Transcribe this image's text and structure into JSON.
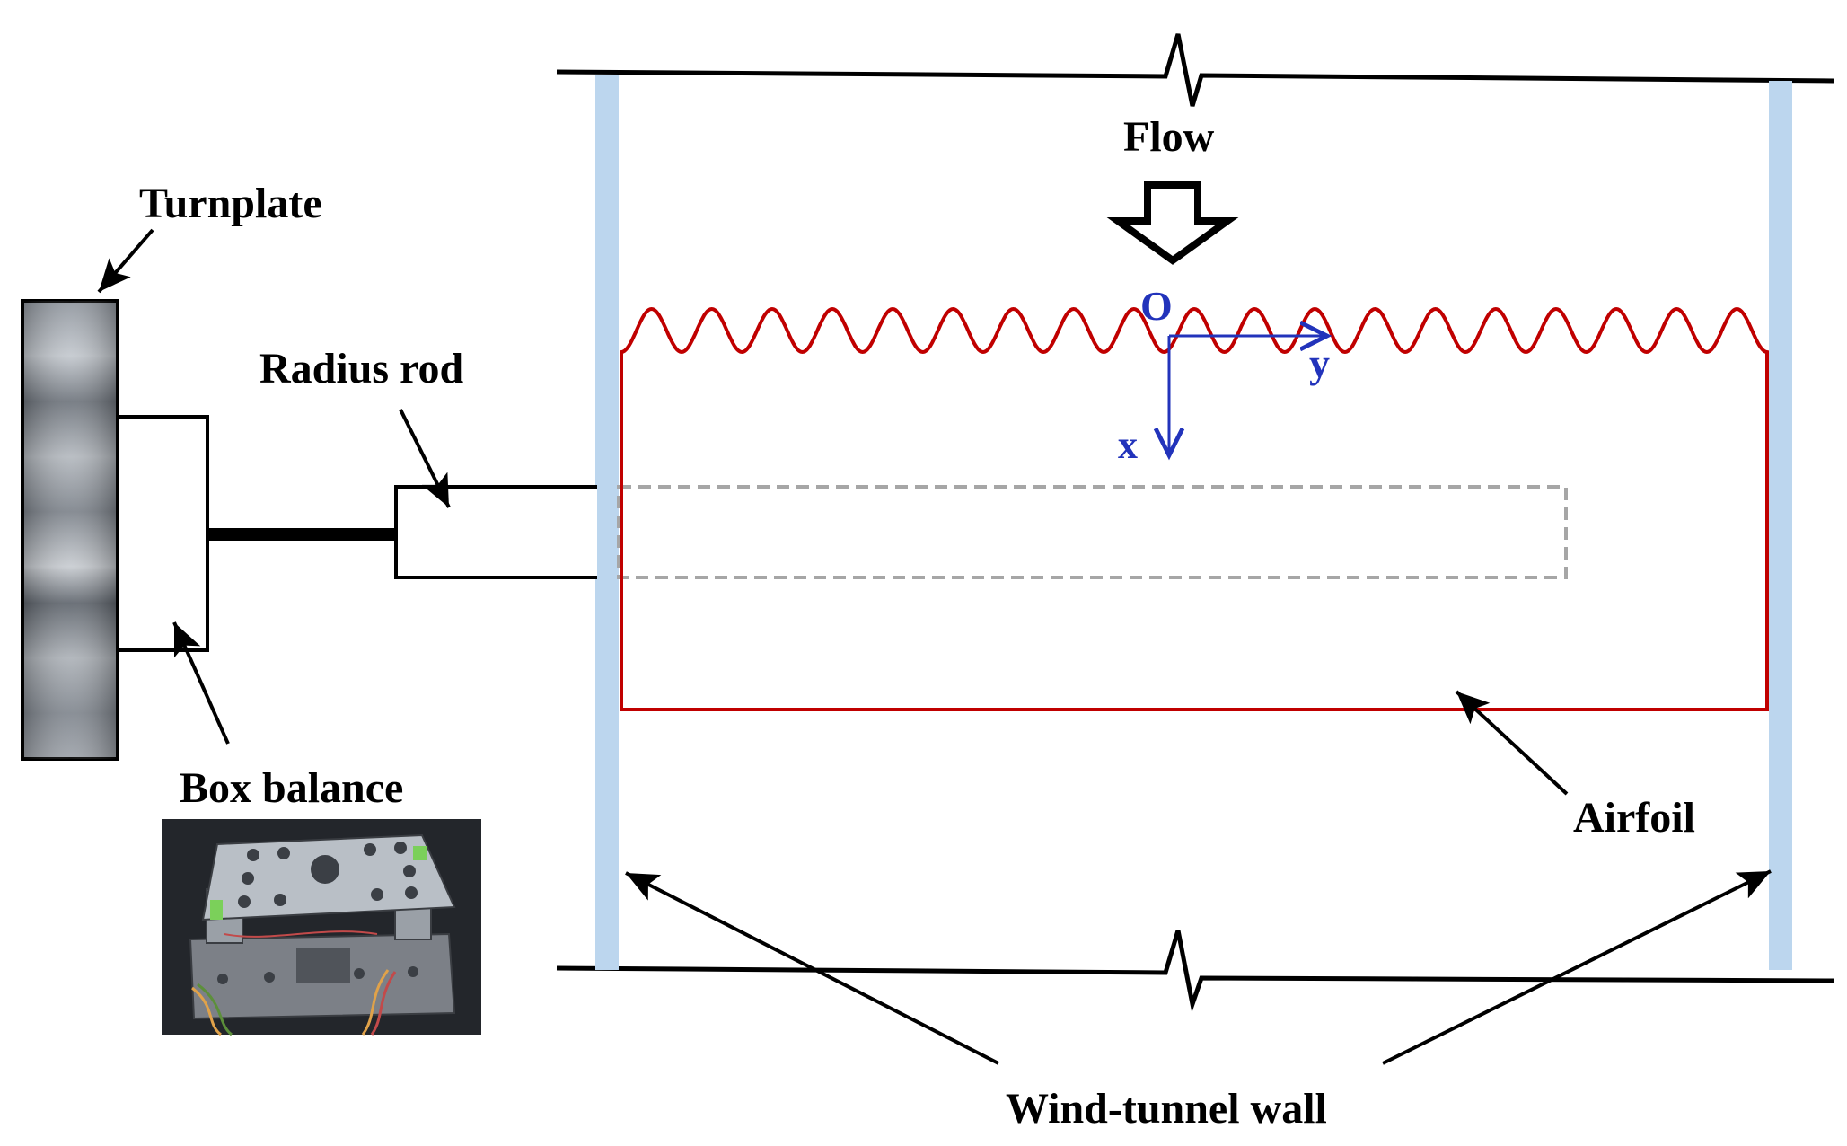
{
  "labels": {
    "turnplate": "Turnplate",
    "radius_rod": "Radius rod",
    "box_balance": "Box balance",
    "flow": "Flow",
    "airfoil": "Airfoil",
    "wind_tunnel_wall": "Wind-tunnel wall"
  },
  "axes": {
    "origin": "O",
    "x": "x",
    "y": "y"
  },
  "colors": {
    "airfoil": "#c00000",
    "wall": "#bcd6ee",
    "axes": "#2233bb",
    "dashed_outline": "#a6a6a6",
    "outline": "#000000"
  },
  "icons": {
    "flow_arrow": "hollow-down-arrow-icon",
    "turnplate": "metal-disc-icon",
    "box_balance_photo": "balance-photo-icon"
  }
}
